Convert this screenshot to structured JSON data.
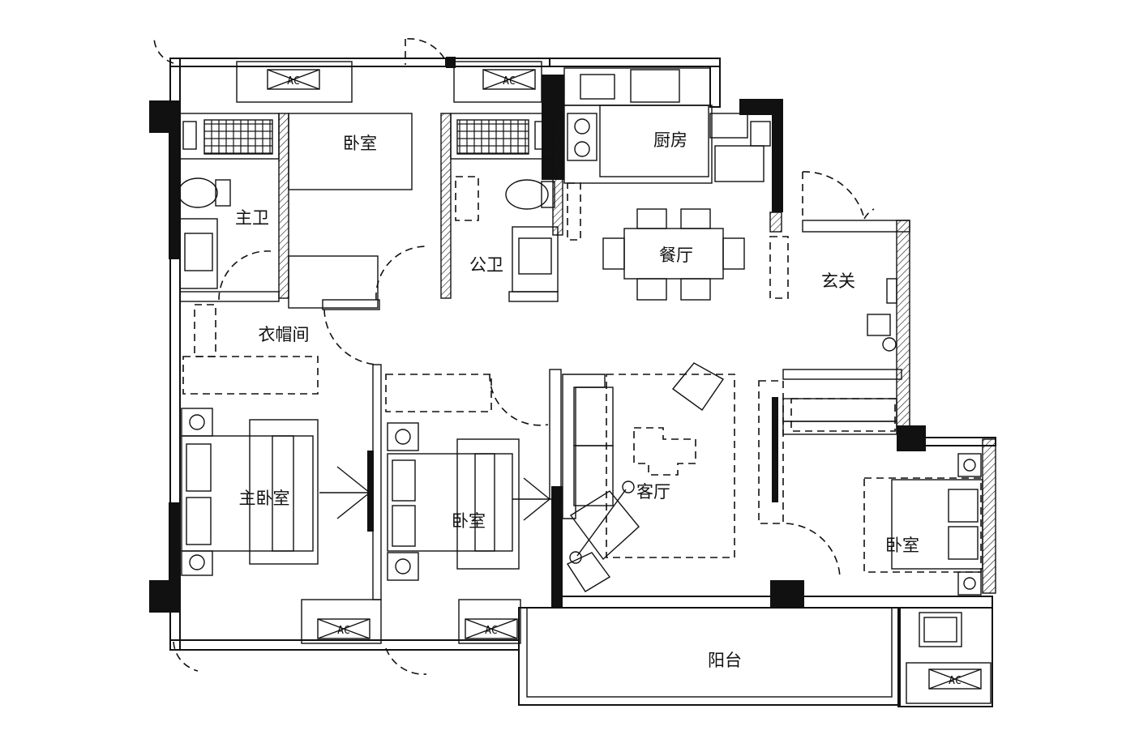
{
  "rooms": {
    "master_bath": "主卫",
    "kitchen": "厨房",
    "dining": "餐厅",
    "entrance": "玄关",
    "public_bath": "公卫",
    "cloakroom": "衣帽间",
    "living": "客厅",
    "master_bedroom": "主卧室",
    "bedroom_middle": "卧室",
    "bedroom_right": "卧室",
    "bedroom_top": "卧室",
    "balcony": "阳台"
  },
  "ac_units": {
    "top_left": "AC",
    "top_mid": "AC",
    "bottom_left": "AC",
    "bottom_mid": "AC",
    "bottom_right": "AC"
  },
  "colors": {
    "line": "#111111",
    "background": "#ffffff"
  }
}
